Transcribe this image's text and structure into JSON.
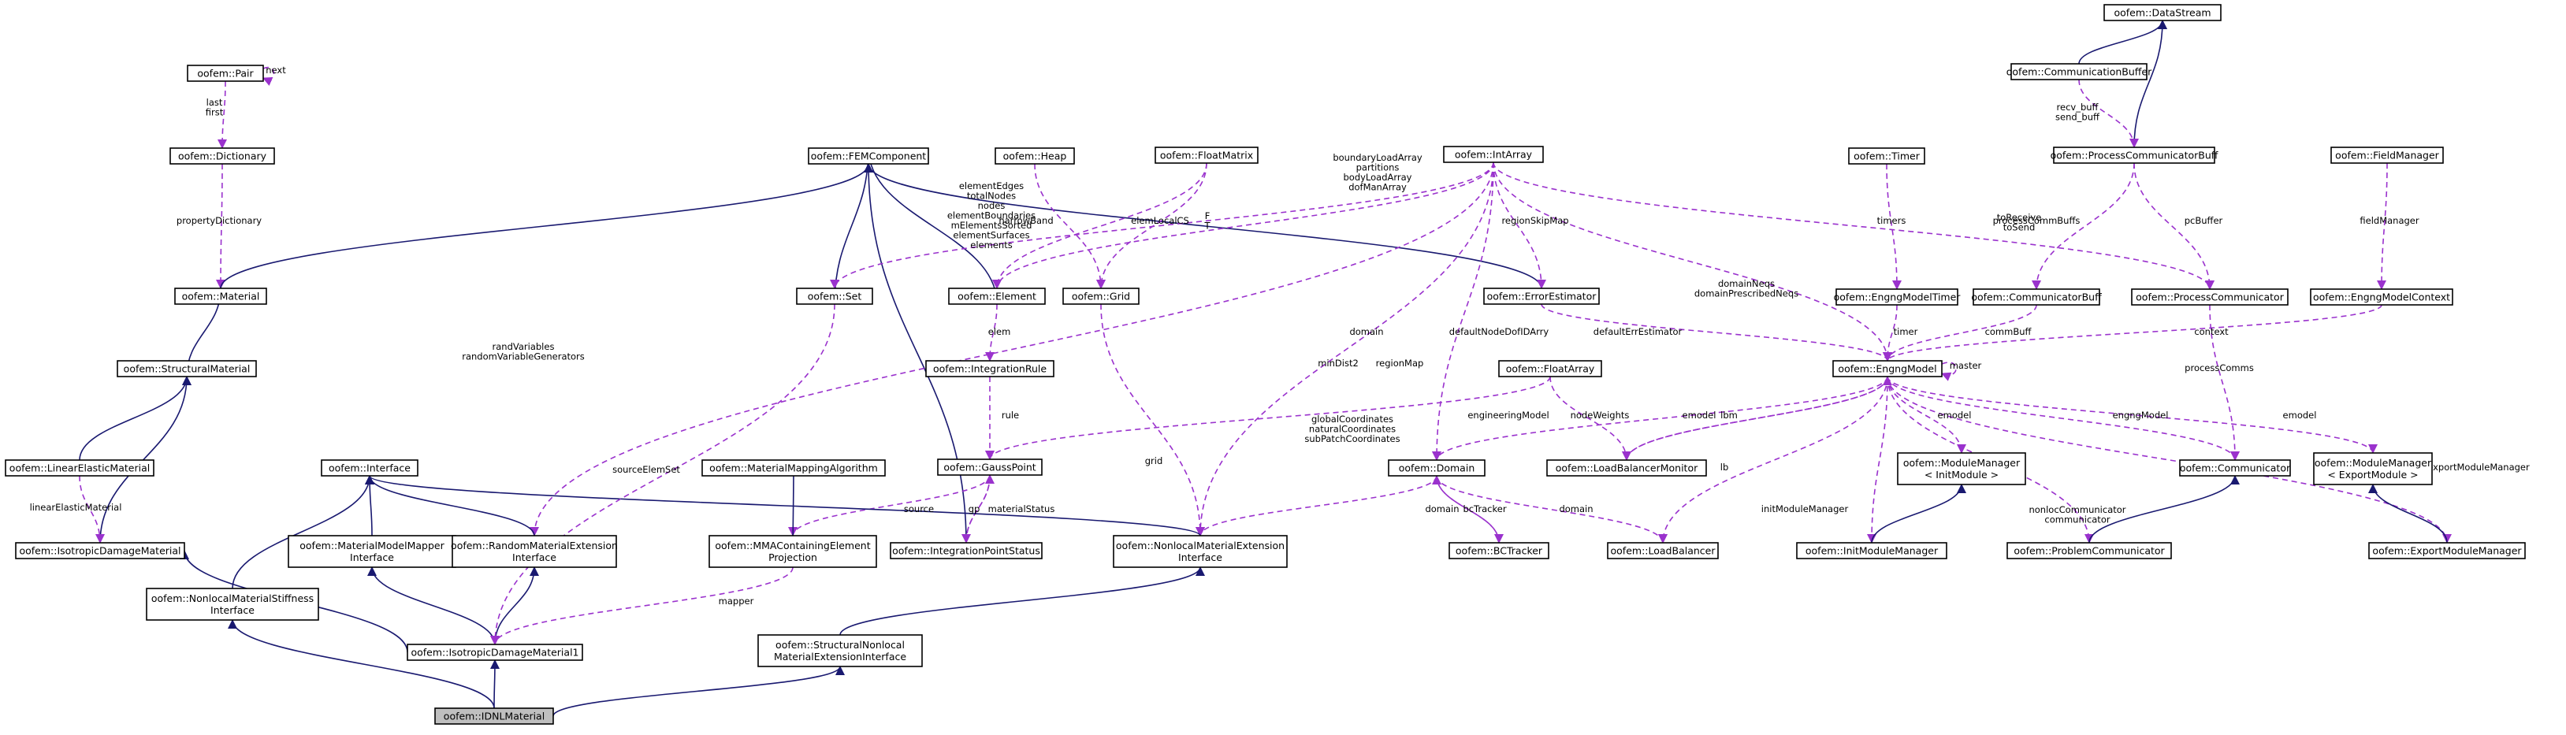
{
  "diagram": {
    "nodes": [
      {
        "id": "datastream",
        "label": [
          "oofem::DataStream"
        ]
      },
      {
        "id": "pair",
        "label": [
          "oofem::Pair"
        ]
      },
      {
        "id": "commbuffer",
        "label": [
          "oofem::CommunicationBuffer"
        ]
      },
      {
        "id": "dictionary",
        "label": [
          "oofem::Dictionary"
        ]
      },
      {
        "id": "femcomponent",
        "label": [
          "oofem::FEMComponent"
        ]
      },
      {
        "id": "heap",
        "label": [
          "oofem::Heap"
        ]
      },
      {
        "id": "floatmatrix",
        "label": [
          "oofem::FloatMatrix"
        ]
      },
      {
        "id": "intarray",
        "label": [
          "oofem::IntArray"
        ]
      },
      {
        "id": "timer",
        "label": [
          "oofem::Timer"
        ]
      },
      {
        "id": "pcbuff",
        "label": [
          "oofem::ProcessCommunicatorBuff"
        ]
      },
      {
        "id": "fieldmanager",
        "label": [
          "oofem::FieldManager"
        ]
      },
      {
        "id": "material",
        "label": [
          "oofem::Material"
        ]
      },
      {
        "id": "set",
        "label": [
          "oofem::Set"
        ]
      },
      {
        "id": "element",
        "label": [
          "oofem::Element"
        ]
      },
      {
        "id": "grid",
        "label": [
          "oofem::Grid"
        ]
      },
      {
        "id": "errorestimator",
        "label": [
          "oofem::ErrorEstimator"
        ]
      },
      {
        "id": "emtimer",
        "label": [
          "oofem::EngngModelTimer"
        ]
      },
      {
        "id": "commbuff",
        "label": [
          "oofem::CommunicatorBuff"
        ]
      },
      {
        "id": "processcomm",
        "label": [
          "oofem::ProcessCommunicator"
        ]
      },
      {
        "id": "emcontext",
        "label": [
          "oofem::EngngModelContext"
        ]
      },
      {
        "id": "structmaterial",
        "label": [
          "oofem::StructuralMaterial"
        ]
      },
      {
        "id": "intrule",
        "label": [
          "oofem::IntegrationRule"
        ]
      },
      {
        "id": "floatarray",
        "label": [
          "oofem::FloatArray"
        ]
      },
      {
        "id": "engngmodel",
        "label": [
          "oofem::EngngModel"
        ]
      },
      {
        "id": "linelastic",
        "label": [
          "oofem::LinearElasticMaterial"
        ]
      },
      {
        "id": "interface",
        "label": [
          "oofem::Interface"
        ]
      },
      {
        "id": "mmalgo",
        "label": [
          "oofem::MaterialMappingAlgorithm"
        ]
      },
      {
        "id": "gausspoint",
        "label": [
          "oofem::GaussPoint"
        ]
      },
      {
        "id": "domain",
        "label": [
          "oofem::Domain"
        ]
      },
      {
        "id": "lbmonitor",
        "label": [
          "oofem::LoadBalancerMonitor"
        ]
      },
      {
        "id": "mminit",
        "label": [
          "oofem::ModuleManager",
          "< InitModule >"
        ]
      },
      {
        "id": "communicator",
        "label": [
          "oofem::Communicator"
        ]
      },
      {
        "id": "mmexport",
        "label": [
          "oofem::ModuleManager",
          "< ExportModule >"
        ]
      },
      {
        "id": "isodamage",
        "label": [
          "oofem::IsotropicDamageMaterial"
        ]
      },
      {
        "id": "mmmapperif",
        "label": [
          "oofem::MaterialModelMapper",
          "Interface"
        ]
      },
      {
        "id": "randmatext",
        "label": [
          "oofem::RandomMaterialExtension",
          "Interface"
        ]
      },
      {
        "id": "mmaproj",
        "label": [
          "oofem::MMAContainingElement",
          "Projection"
        ]
      },
      {
        "id": "ipstatus",
        "label": [
          "oofem::IntegrationPointStatus"
        ]
      },
      {
        "id": "nonlocext",
        "label": [
          "oofem::NonlocalMaterialExtension",
          "Interface"
        ]
      },
      {
        "id": "bctracker",
        "label": [
          "oofem::BCTracker"
        ]
      },
      {
        "id": "loadbalancer",
        "label": [
          "oofem::LoadBalancer"
        ]
      },
      {
        "id": "initmm",
        "label": [
          "oofem::InitModuleManager"
        ]
      },
      {
        "id": "problemcomm",
        "label": [
          "oofem::ProblemCommunicator"
        ]
      },
      {
        "id": "exportmm",
        "label": [
          "oofem::ExportModuleManager"
        ]
      },
      {
        "id": "nonlocstiff",
        "label": [
          "oofem::NonlocalMaterialStiffness",
          "Interface"
        ]
      },
      {
        "id": "isodamage1",
        "label": [
          "oofem::IsotropicDamageMaterial1"
        ]
      },
      {
        "id": "structnonlocext",
        "label": [
          "oofem::StructuralNonlocal",
          "MaterialExtensionInterface"
        ]
      },
      {
        "id": "idnl",
        "label": [
          "oofem::IDNLMaterial"
        ]
      }
    ],
    "edge_labels": [
      {
        "id": "pair-next",
        "text": [
          "next"
        ]
      },
      {
        "id": "pair-dict",
        "text": [
          "last",
          "first"
        ]
      },
      {
        "id": "ds-cb",
        "text": []
      },
      {
        "id": "cb-pcb",
        "text": [
          "recv_buff",
          "send_buff"
        ]
      },
      {
        "id": "dict-mat",
        "text": [
          "propertyDictionary"
        ]
      },
      {
        "id": "ia-set",
        "text": [
          "elementEdges",
          "totalNodes",
          "nodes",
          "elementBoundaries",
          "mElementsSorted",
          "elementSurfaces",
          "elements"
        ]
      },
      {
        "id": "heap-grid",
        "text": [
          "narrowBand"
        ]
      },
      {
        "id": "fm-el",
        "text": [
          "elemLocalCS"
        ]
      },
      {
        "id": "fm-grid",
        "text": [
          "F",
          "T"
        ]
      },
      {
        "id": "ia-nle",
        "text": [
          "boundaryLoadArray",
          "partitions",
          "bodyLoadArray",
          "dofManArray"
        ]
      },
      {
        "id": "ia-ee",
        "text": [
          "regionSkipMap"
        ]
      },
      {
        "id": "ia-em",
        "text": [
          "domainNeqs",
          "domainPrescribedNeqs"
        ]
      },
      {
        "id": "timer-emt",
        "text": [
          "timers"
        ]
      },
      {
        "id": "pcb-cbuf",
        "text": [
          "toReceive",
          "toSend"
        ]
      },
      {
        "id": "pcb-cbuf2",
        "text": [
          "processCommBuffs"
        ]
      },
      {
        "id": "pcb-pc",
        "text": [
          "pcBuffer"
        ]
      },
      {
        "id": "fm-ctx",
        "text": [
          "fieldManager"
        ]
      },
      {
        "id": "ia-rme",
        "text": [
          "randVariables",
          "randomVariableGenerators"
        ]
      },
      {
        "id": "el-ir",
        "text": [
          "elem"
        ]
      },
      {
        "id": "dom-nle",
        "text": [
          "domain"
        ]
      },
      {
        "id": "min-dist",
        "text": [
          "minDist2"
        ]
      },
      {
        "id": "region-map",
        "text": [
          "regionMap"
        ]
      },
      {
        "id": "ia-dom",
        "text": [
          "defaultNodeDofIDArry"
        ]
      },
      {
        "id": "ee-em",
        "text": [
          "defaultErrEstimator"
        ]
      },
      {
        "id": "emt-em",
        "text": [
          "timer"
        ]
      },
      {
        "id": "cbuf-em",
        "text": [
          "commBuff"
        ]
      },
      {
        "id": "ctx-em",
        "text": [
          "context"
        ]
      },
      {
        "id": "em-self",
        "text": [
          "master"
        ]
      },
      {
        "id": "ir-gp",
        "text": [
          "rule"
        ]
      },
      {
        "id": "fa-gp",
        "text": [
          "globalCoordinates",
          "naturalCoordinates",
          "subPatchCoordinates"
        ]
      },
      {
        "id": "em-dom",
        "text": [
          "engineeringModel"
        ]
      },
      {
        "id": "fa-lbm",
        "text": [
          "nodeWeights"
        ]
      },
      {
        "id": "em-lbm",
        "text": [
          "emodel"
        ]
      },
      {
        "id": "lbm-em",
        "text": [
          "lbm"
        ]
      },
      {
        "id": "em-mminit",
        "text": [
          "emodel"
        ]
      },
      {
        "id": "em-comm",
        "text": [
          "engngModel"
        ]
      },
      {
        "id": "pc-comm",
        "text": [
          "processComms"
        ]
      },
      {
        "id": "em-mmexport",
        "text": [
          "emodel"
        ]
      },
      {
        "id": "em-expmm",
        "text": [
          "exportModuleManager"
        ]
      },
      {
        "id": "le-iso",
        "text": [
          "linearElasticMaterial"
        ]
      },
      {
        "id": "set-iso1",
        "text": [
          "sourceElemSet"
        ]
      },
      {
        "id": "gp-proj",
        "text": [
          "source"
        ]
      },
      {
        "id": "gp-ips",
        "text": [
          "gp"
        ]
      },
      {
        "id": "ms-ips",
        "text": [
          "materialStatus"
        ]
      },
      {
        "id": "grid-nle",
        "text": [
          "grid"
        ]
      },
      {
        "id": "dom-bct",
        "text": [
          "domain"
        ]
      },
      {
        "id": "bct-dom",
        "text": [
          "bcTracker"
        ]
      },
      {
        "id": "dom-lb",
        "text": [
          "domain"
        ]
      },
      {
        "id": "em-lb",
        "text": [
          "lb"
        ]
      },
      {
        "id": "em-initmm",
        "text": [
          "initModuleManager"
        ]
      },
      {
        "id": "em-probcomm",
        "text": [
          "nonlocCommunicator",
          "communicator"
        ]
      },
      {
        "id": "proj-iso1",
        "text": [
          "mapper"
        ]
      }
    ]
  }
}
